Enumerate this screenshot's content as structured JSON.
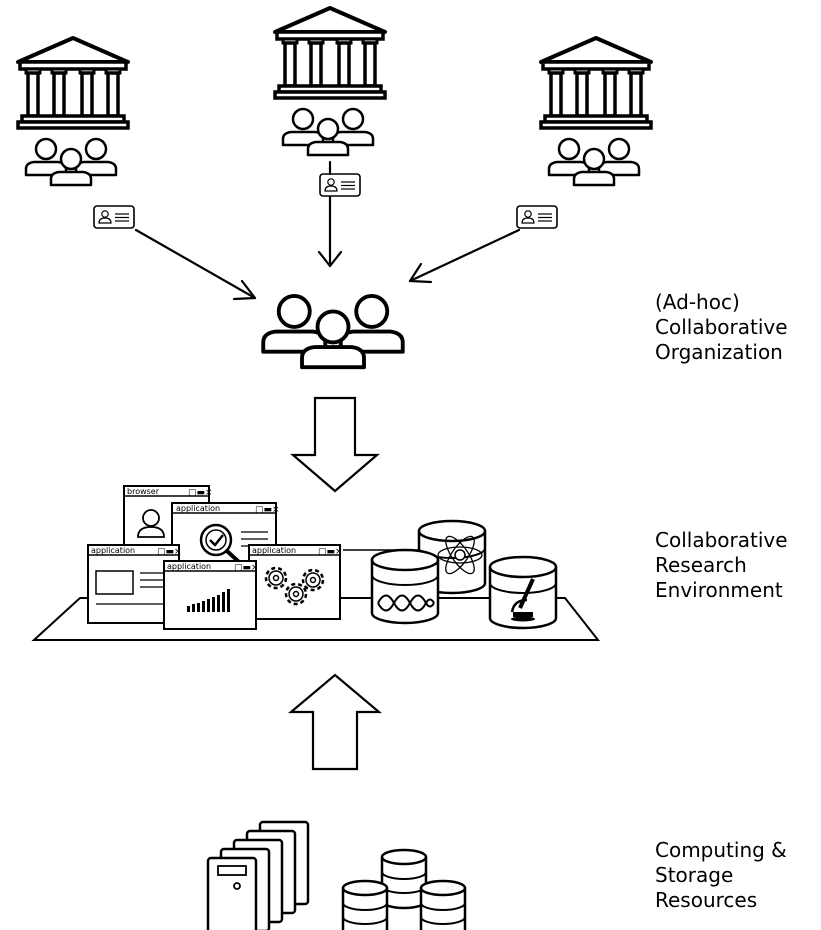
{
  "labels": {
    "collab_org": [
      "(Ad-hoc)",
      "Collaborative",
      "Organization"
    ],
    "collab_env": [
      "Collaborative",
      "Research",
      "Environment"
    ],
    "resources": [
      "Computing &",
      "Storage",
      "Resources"
    ]
  },
  "windows": {
    "browser": "browser",
    "app": "application"
  },
  "icons": {
    "institution": "institution-icon",
    "users": "users-group-icon",
    "id_card": "id-card-icon",
    "arrow_down": "arrow-down-icon",
    "arrow_up": "arrow-up-icon",
    "database": "database-icon",
    "server": "server-icon"
  },
  "colors": {
    "stroke": "#000000",
    "fill": "#ffffff"
  }
}
